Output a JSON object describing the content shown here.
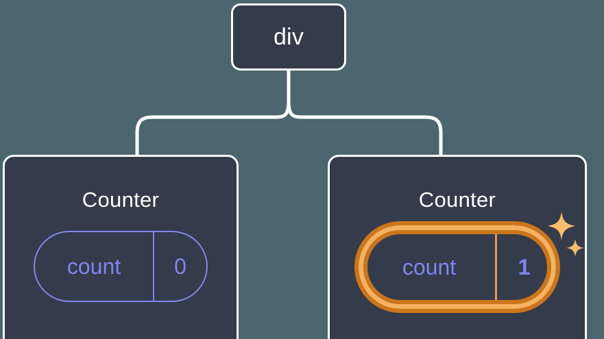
{
  "diagram": {
    "type": "component-tree",
    "background_color": "#4c6670",
    "node_fill_color": "#343b4a",
    "node_border_color": "#ffffff",
    "connector_color": "#ffffff",
    "accent_color": "#8086f0",
    "highlight_outer_color": "#cb761b",
    "highlight_inner_color": "#f6b25f",
    "sparkle_color": "#f8bc6a"
  },
  "root": {
    "label": "div"
  },
  "children": [
    {
      "title": "Counter",
      "state": {
        "key": "count",
        "value": "0"
      },
      "highlighted": false
    },
    {
      "title": "Counter",
      "state": {
        "key": "count",
        "value": "1"
      },
      "highlighted": true
    }
  ]
}
